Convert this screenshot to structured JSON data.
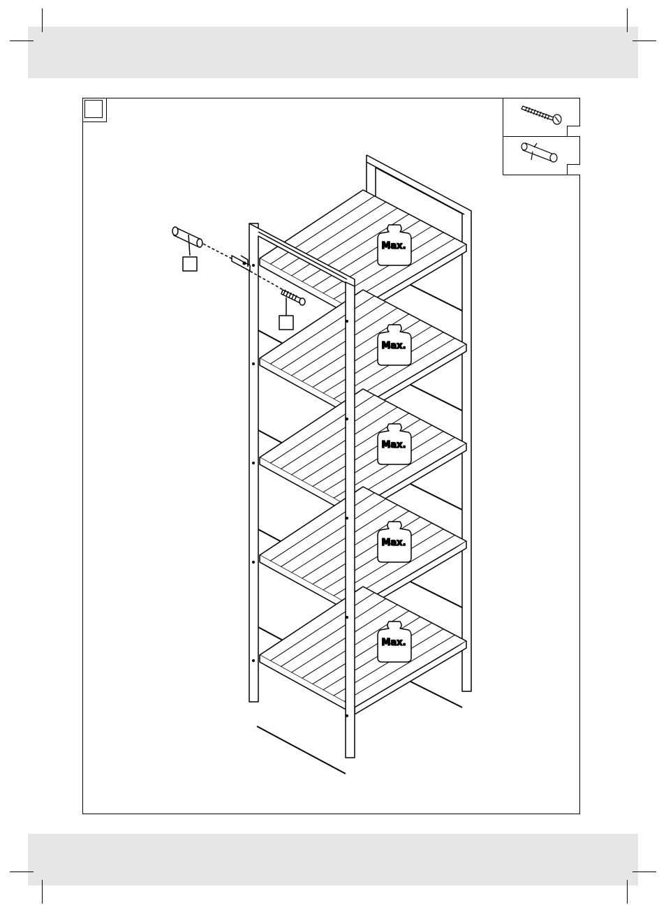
{
  "page": {
    "step_number": "",
    "parts": [
      {
        "icon": "screw-icon",
        "label": ""
      },
      {
        "icon": "wall-plug-icon",
        "label": ""
      }
    ],
    "callouts": [
      {
        "icon": "wall-plug-icon",
        "label": ""
      },
      {
        "icon": "screw-icon",
        "label": ""
      }
    ],
    "shelves": [
      {
        "weight_label": "Max."
      },
      {
        "weight_label": "Max."
      },
      {
        "weight_label": "Max."
      },
      {
        "weight_label": "Max."
      },
      {
        "weight_label": "Max."
      }
    ]
  }
}
